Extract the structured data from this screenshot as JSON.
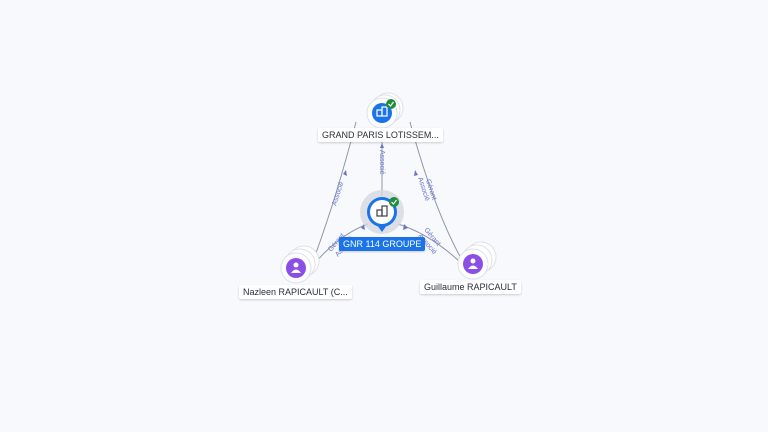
{
  "nodes": {
    "top_company": {
      "label": "GRAND PARIS LOTISSEM...",
      "icon": "building-icon",
      "verified": true
    },
    "center_company": {
      "label": "GNR 114 GROUPE",
      "icon": "building-icon",
      "verified": true,
      "selected": true
    },
    "person_left": {
      "label": "Nazleen RAPICAULT (C...",
      "icon": "person-icon"
    },
    "person_right": {
      "label": "Guillaume RAPICAULT",
      "icon": "person-icon"
    }
  },
  "edges": {
    "top_center": "Associé",
    "left_top": "Associé",
    "right_top": [
      "Gérant",
      "Associé"
    ],
    "left_center": [
      "Gérant",
      "Associé"
    ],
    "right_center": [
      "Gérant",
      "Associé"
    ]
  },
  "colors": {
    "company": "#1a73e8",
    "person": "#8c4fe6",
    "verified": "#1e8e3e",
    "edge_label": "#6a74c9",
    "edge": "#8e97a6"
  }
}
